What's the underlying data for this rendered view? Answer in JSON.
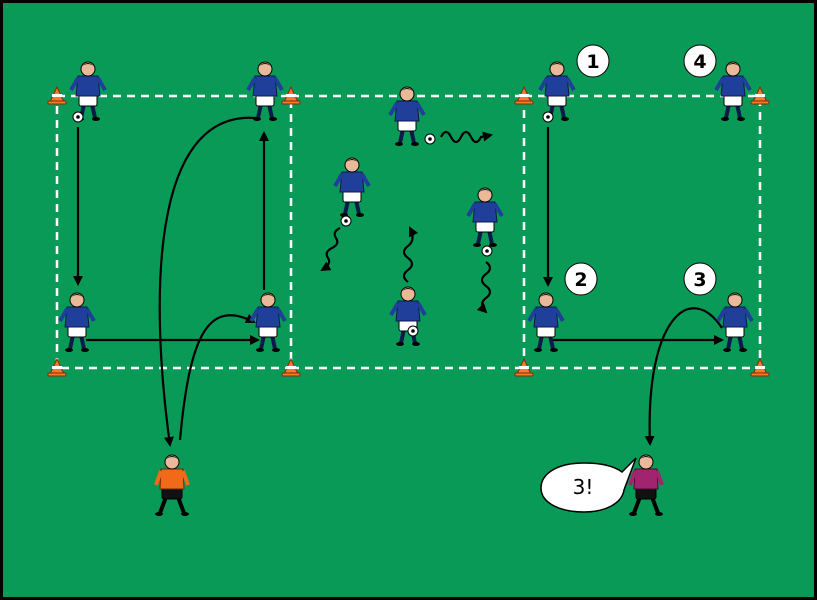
{
  "diagram": {
    "pitch_color": "#0a9a57",
    "outfield_color": "#1f3f9a",
    "keeper_left_color": "#f06a1a",
    "keeper_right_color": "#a0256e"
  },
  "player_labels": [
    "1",
    "2",
    "3",
    "4"
  ],
  "speech_bubble": {
    "text": "3!"
  },
  "players": {
    "outfield": [
      "player-top-left-1",
      "player-top-left-2",
      "player-mid-1",
      "player-mid-2",
      "player-mid-3",
      "player-mid-4",
      "player-bottom-left-1",
      "player-bottom-left-2",
      "player-right-1",
      "player-right-2",
      "player-right-3",
      "player-right-4"
    ],
    "keepers": [
      "goalkeeper-left",
      "goalkeeper-right"
    ]
  }
}
